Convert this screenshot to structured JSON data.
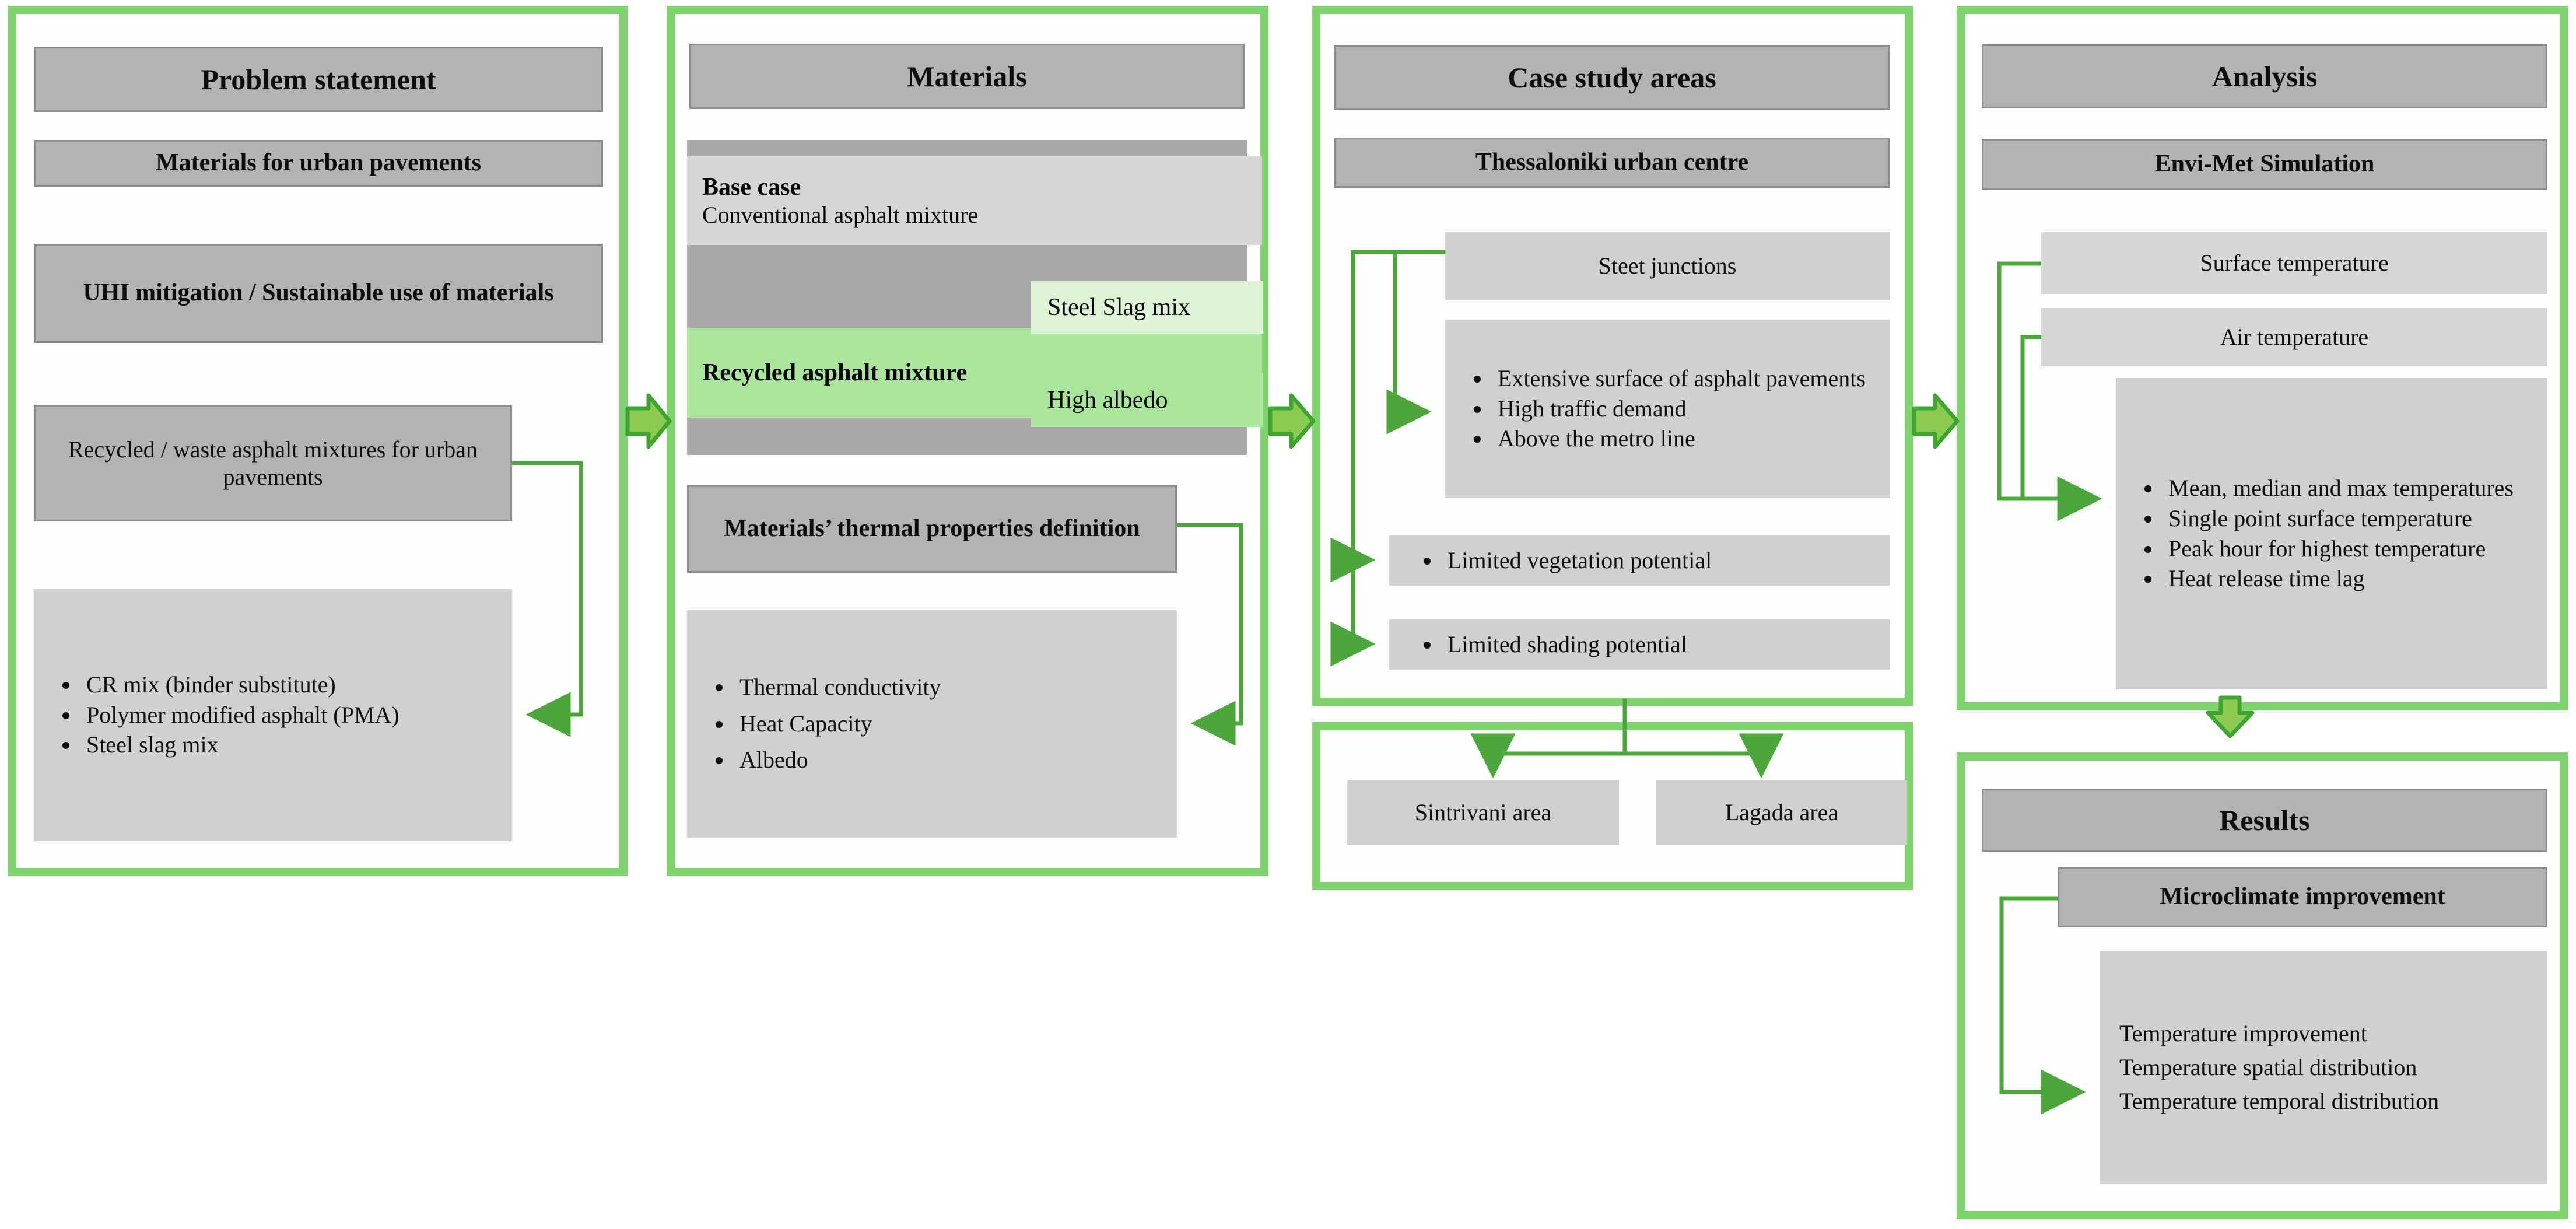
{
  "accent": {
    "panel_border": "#7FD36F",
    "arrow_fill": "#8CCB52",
    "arrow_stroke": "#3FA530",
    "connector_line": "#4CA63C",
    "box_dark": "#B3B3B3",
    "box_light": "#D6D6D6",
    "box_body": "#D0D0D0",
    "recycled_green": "#A9E59B",
    "slag_green": "#DFF4D6"
  },
  "columns": [
    {
      "id": "problem-statement",
      "header": "Problem statement",
      "sub_boxes": [
        "Materials for urban pavements",
        "UHI mitigation / Sustainable use of materials"
      ],
      "topic_box": "Recycled / waste asphalt mixtures for urban pavements",
      "bullets": [
        "CR mix (binder substitute)",
        "Polymer modified asphalt (PMA)",
        "Steel slag mix"
      ]
    },
    {
      "id": "materials",
      "header": "Materials",
      "base_case": {
        "title": "Base case",
        "desc": "Conventional asphalt mixture"
      },
      "recycled": {
        "title": "Recycled asphalt mixture",
        "options": [
          "Steel Slag mix",
          "High albedo"
        ]
      },
      "properties_box": "Materials’ thermal properties definition",
      "bullets": [
        "Thermal conductivity",
        "Heat Capacity",
        "Albedo"
      ]
    },
    {
      "id": "case-study-areas",
      "header": "Case study areas",
      "sub_boxes": [
        "Thessaloniki urban centre"
      ],
      "junctions_label": "Steet junctions",
      "bullets": [
        "Extensive surface of asphalt pavements",
        "High traffic demand",
        "Above the metro line"
      ],
      "single_bullets": [
        "Limited vegetation potential",
        "Limited shading potential"
      ],
      "areas": [
        "Sintrivani area",
        "Lagada area"
      ]
    },
    {
      "id": "analysis",
      "header": "Analysis",
      "sub_boxes": [
        "Envi-Met Simulation"
      ],
      "metric_boxes": [
        "Surface temperature",
        "Air temperature"
      ],
      "bullets": [
        "Mean, median and max temperatures",
        "Single point surface temperature",
        "Peak hour for highest temperature",
        "Heat release time lag"
      ]
    },
    {
      "id": "results",
      "header": "Results",
      "sub_boxes": [
        "Microclimate improvement"
      ],
      "items": [
        "Temperature improvement",
        "Temperature spatial distribution",
        "Temperature temporal distribution"
      ]
    }
  ],
  "icons": {
    "flow_arrow_right": "right-block-arrow-icon",
    "flow_arrow_down": "down-block-arrow-icon",
    "connector_arrow": "connector-arrowhead-icon"
  }
}
